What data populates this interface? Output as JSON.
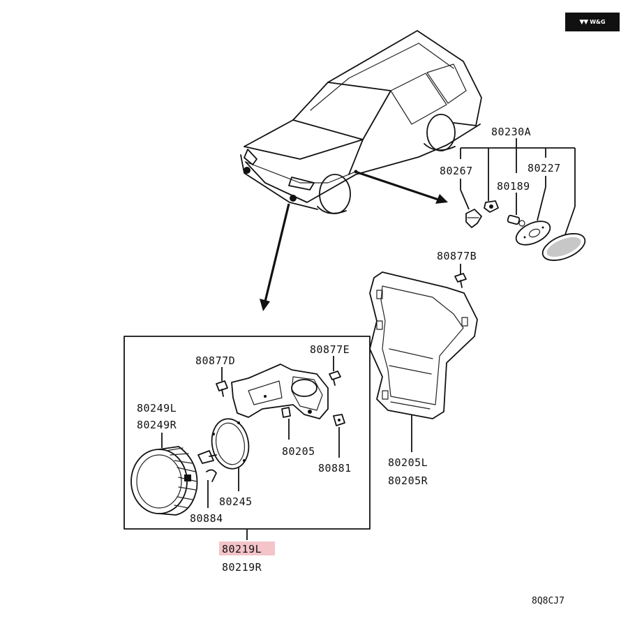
{
  "brand": {
    "logo_text": "W&G"
  },
  "diagram_code": "8Q8CJ7",
  "parts": {
    "side_lamp_assy": "80230A",
    "side_lamp_socket": "80267",
    "side_lamp_cover": "80227",
    "side_lamp_bulb": "80189",
    "bracket_screw_b": "80877B",
    "bracket_l": "80205L",
    "bracket_r": "80205R",
    "screw_d": "80877D",
    "screw_e": "80877E",
    "lamp_unit_l": "80249L",
    "lamp_unit_r": "80249R",
    "lamp_bracket": "80205",
    "nut": "80881",
    "gasket": "80245",
    "clip": "80884",
    "fog_lamp_l": "80219L",
    "fog_lamp_r": "80219R"
  },
  "highlight_color": "#f3c4c8"
}
